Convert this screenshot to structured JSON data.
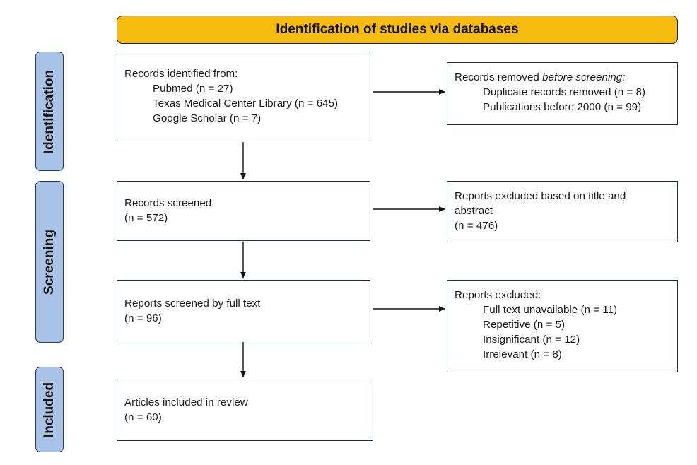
{
  "banner": {
    "title": "Identification of studies via databases"
  },
  "phases": {
    "identification": "Identification",
    "screening": "Screening",
    "included": "Included"
  },
  "boxes": {
    "records_identified": {
      "heading": "Records identified from:",
      "items": [
        "Pubmed (n = 27)",
        "Texas Medical Center Library (n = 645)",
        "Google Scholar (n = 7)"
      ]
    },
    "records_removed": {
      "heading_plain": "Records removed ",
      "heading_italic": "before screening:",
      "items": [
        "Duplicate records removed (n = 8)",
        "Publications before 2000 (n = 99)"
      ]
    },
    "records_screened": {
      "lines": [
        "Records screened",
        "(n = 572)"
      ]
    },
    "reports_excluded_title": {
      "lines": [
        "Reports excluded based on title and",
        "abstract",
        "(n = 476)"
      ]
    },
    "reports_full_text": {
      "lines": [
        "Reports screened by full text",
        "(n = 96)"
      ]
    },
    "reports_excluded": {
      "heading": "Reports excluded:",
      "items": [
        "Full text unavailable (n = 11)",
        "Repetitive (n = 5)",
        "Insignificant (n = 12)",
        "Irrelevant (n = 8)"
      ]
    },
    "articles_included": {
      "lines": [
        "Articles included in review",
        "(n = 60)"
      ]
    }
  }
}
